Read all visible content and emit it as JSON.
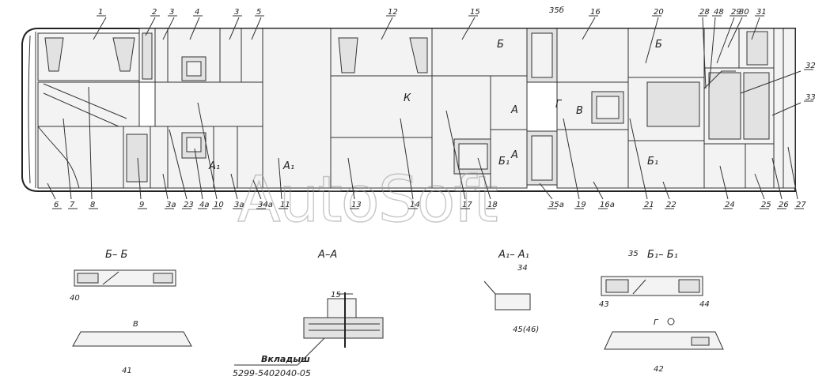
{
  "watermark": "AutoSoft",
  "part_labels": [
    {
      "id": "p1",
      "text": "1"
    },
    {
      "id": "p2",
      "text": "2"
    },
    {
      "id": "p3a",
      "text": "3"
    },
    {
      "id": "p4",
      "text": "4"
    },
    {
      "id": "p3b",
      "text": "3"
    },
    {
      "id": "p5",
      "text": "5"
    },
    {
      "id": "p12",
      "text": "12"
    },
    {
      "id": "p15",
      "text": "15"
    },
    {
      "id": "p35b",
      "text": "35б"
    },
    {
      "id": "p16",
      "text": "16"
    },
    {
      "id": "p20",
      "text": "20"
    },
    {
      "id": "p28",
      "text": "28"
    },
    {
      "id": "p48",
      "text": "48"
    },
    {
      "id": "p29",
      "text": "29"
    },
    {
      "id": "p30",
      "text": "30"
    },
    {
      "id": "p31",
      "text": "31"
    },
    {
      "id": "p32",
      "text": "32"
    },
    {
      "id": "p33",
      "text": "33"
    },
    {
      "id": "p6",
      "text": "6"
    },
    {
      "id": "p7",
      "text": "7"
    },
    {
      "id": "p8",
      "text": "8"
    },
    {
      "id": "p9",
      "text": "9"
    },
    {
      "id": "p3v",
      "text": "3а"
    },
    {
      "id": "p23",
      "text": "23"
    },
    {
      "id": "p4a",
      "text": "4а"
    },
    {
      "id": "p10",
      "text": "10"
    },
    {
      "id": "p3a2",
      "text": "3а"
    },
    {
      "id": "p34a",
      "text": "34а"
    },
    {
      "id": "p11",
      "text": "11"
    },
    {
      "id": "p13",
      "text": "13"
    },
    {
      "id": "p14",
      "text": "14"
    },
    {
      "id": "p17",
      "text": "17"
    },
    {
      "id": "p18",
      "text": "18"
    },
    {
      "id": "p35a",
      "text": "35а"
    },
    {
      "id": "p19",
      "text": "19"
    },
    {
      "id": "p16a",
      "text": "16а"
    },
    {
      "id": "p21",
      "text": "21"
    },
    {
      "id": "p22",
      "text": "22"
    },
    {
      "id": "p24",
      "text": "24"
    },
    {
      "id": "p25",
      "text": "25"
    },
    {
      "id": "p26",
      "text": "26"
    },
    {
      "id": "p27",
      "text": "27"
    },
    {
      "id": "p40",
      "text": "40"
    },
    {
      "id": "p41",
      "text": "41"
    },
    {
      "id": "p34",
      "text": "34"
    },
    {
      "id": "p4546",
      "text": "45(46)"
    },
    {
      "id": "p35",
      "text": "35"
    },
    {
      "id": "p43",
      "text": "43"
    },
    {
      "id": "p44",
      "text": "44"
    },
    {
      "id": "p42",
      "text": "42"
    },
    {
      "id": "p15dim",
      "text": "15"
    }
  ],
  "view_marks": [
    {
      "id": "mB1",
      "text": "Б"
    },
    {
      "id": "mB2",
      "text": "Б"
    },
    {
      "id": "mK",
      "text": "К"
    },
    {
      "id": "mA1",
      "text": "А"
    },
    {
      "id": "mA2",
      "text": "А"
    },
    {
      "id": "mG",
      "text": "Г"
    },
    {
      "id": "mV",
      "text": "В"
    },
    {
      "id": "mA1s",
      "text": "А₁"
    },
    {
      "id": "mA1s2",
      "text": "А₁"
    },
    {
      "id": "mB1s",
      "text": "Б₁"
    },
    {
      "id": "mB1s2",
      "text": "Б₁"
    }
  ],
  "sections": {
    "bb": "Б– Б",
    "aa": "А–А",
    "a1a1": "А₁– А₁",
    "b1b1": "Б₁– Б₁",
    "v": "В",
    "g": "Г"
  },
  "insert_note": {
    "title": "Вкладыш",
    "code": "5299-5402040-05"
  }
}
